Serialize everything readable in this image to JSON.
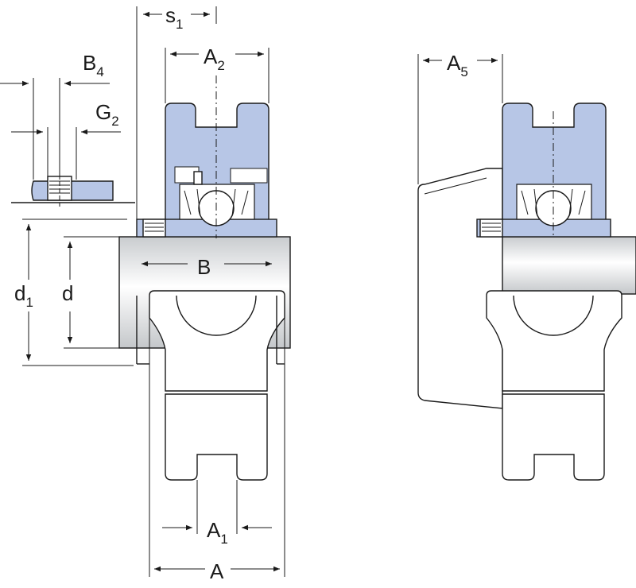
{
  "labels": {
    "s1": {
      "main": "s",
      "sub": "1"
    },
    "A2": {
      "main": "A",
      "sub": "2"
    },
    "B4": {
      "main": "B",
      "sub": "4"
    },
    "G2": {
      "main": "G",
      "sub": "2"
    },
    "A5": {
      "main": "A",
      "sub": "5"
    },
    "B": {
      "main": "B",
      "sub": ""
    },
    "d1": {
      "main": "d",
      "sub": "1"
    },
    "d": {
      "main": "d",
      "sub": ""
    },
    "A1": {
      "main": "A",
      "sub": "1"
    },
    "A": {
      "main": "A",
      "sub": ""
    }
  },
  "colors": {
    "housing_blue": "#b7c6e6",
    "line": "#1a1a1a",
    "shaft_gradient_light": "#ffffff",
    "shaft_gradient_dark": "#c9cccf"
  }
}
